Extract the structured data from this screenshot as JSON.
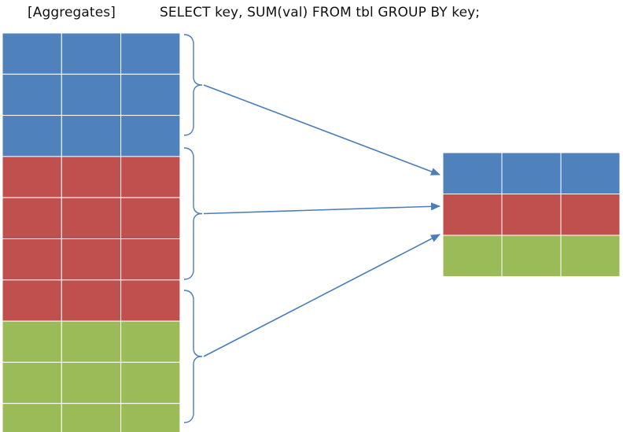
{
  "header": {
    "title": "[Aggregates]",
    "query": "SELECT key, SUM(val) FROM tbl GROUP BY key;"
  },
  "colors": {
    "blue": "#4F81BD",
    "red": "#C0504D",
    "green": "#9BBB59",
    "grid_line": "#ffffff",
    "bracket": "#4A7EBB",
    "arrow": "#4A7EBB"
  },
  "input_table": {
    "columns": 3,
    "rows": [
      "blue",
      "blue",
      "blue",
      "red",
      "red",
      "red",
      "red",
      "green",
      "green",
      "green"
    ]
  },
  "groups": [
    {
      "color": "blue",
      "input_rows": 3
    },
    {
      "color": "red",
      "input_rows": 4
    },
    {
      "color": "green",
      "input_rows": 3
    }
  ],
  "output_table": {
    "columns": 3,
    "rows": [
      "blue",
      "red",
      "green"
    ]
  }
}
